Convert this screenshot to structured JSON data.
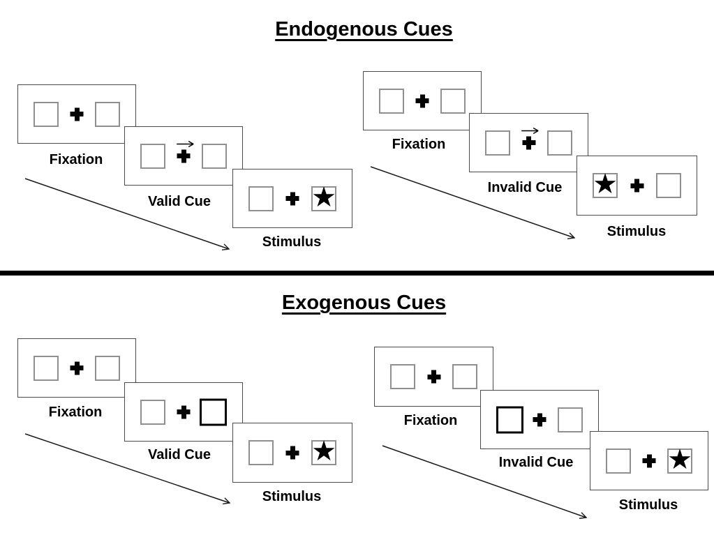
{
  "glyphs": {
    "star": "★"
  },
  "colors": {
    "ink": "#000000",
    "panel_border": "#4a4a4a",
    "placeholder_box_border": "#8f8f8f",
    "background": "#ffffff"
  },
  "sections": [
    {
      "title": "Endogenous Cues",
      "groups": [
        {
          "name": "endogenous-valid",
          "panels": [
            {
              "label": "Fixation",
              "left_box": "empty",
              "right_box": "empty",
              "fixation_cross": true,
              "cue_arrow": false
            },
            {
              "label": "Valid Cue",
              "left_box": "empty",
              "right_box": "empty",
              "fixation_cross": true,
              "cue_arrow": "right-arrow-above-cross"
            },
            {
              "label": "Stimulus",
              "left_box": "empty",
              "right_box": "star",
              "fixation_cross": true,
              "cue_arrow": false
            }
          ]
        },
        {
          "name": "endogenous-invalid",
          "panels": [
            {
              "label": "Fixation",
              "left_box": "empty",
              "right_box": "empty",
              "fixation_cross": true,
              "cue_arrow": false
            },
            {
              "label": "Invalid Cue",
              "left_box": "empty",
              "right_box": "empty",
              "fixation_cross": true,
              "cue_arrow": "right-arrow-above-cross"
            },
            {
              "label": "Stimulus",
              "left_box": "star",
              "right_box": "empty",
              "fixation_cross": true,
              "cue_arrow": false
            }
          ]
        }
      ]
    },
    {
      "title": "Exogenous Cues",
      "groups": [
        {
          "name": "exogenous-valid",
          "panels": [
            {
              "label": "Fixation",
              "left_box": "empty",
              "right_box": "empty",
              "fixation_cross": true,
              "cue_arrow": false
            },
            {
              "label": "Valid Cue",
              "left_box": "empty",
              "right_box": "bold-cue",
              "fixation_cross": true,
              "cue_arrow": false
            },
            {
              "label": "Stimulus",
              "left_box": "empty",
              "right_box": "star",
              "fixation_cross": true,
              "cue_arrow": false
            }
          ]
        },
        {
          "name": "exogenous-invalid",
          "panels": [
            {
              "label": "Fixation",
              "left_box": "empty",
              "right_box": "empty",
              "fixation_cross": true,
              "cue_arrow": false
            },
            {
              "label": "Invalid Cue",
              "left_box": "bold-cue",
              "right_box": "empty",
              "fixation_cross": true,
              "cue_arrow": false
            },
            {
              "label": "Stimulus",
              "left_box": "empty",
              "right_box": "star",
              "fixation_cross": true,
              "cue_arrow": false
            }
          ]
        }
      ]
    }
  ]
}
